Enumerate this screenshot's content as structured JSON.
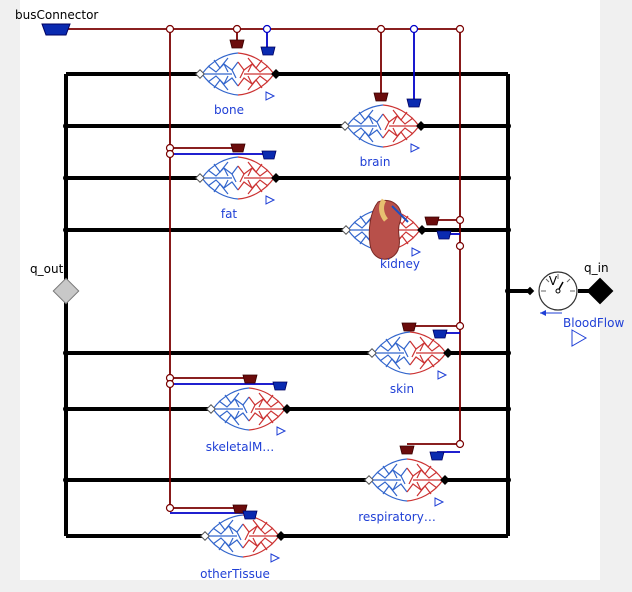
{
  "bus": {
    "label": "busConnector"
  },
  "ports": {
    "q_out": "q_out",
    "q_in": "q_in"
  },
  "tissues": [
    {
      "id": "bone",
      "label": "bone"
    },
    {
      "id": "brain",
      "label": "brain"
    },
    {
      "id": "fat",
      "label": "fat"
    },
    {
      "id": "kidney",
      "label": "kidney"
    },
    {
      "id": "skin",
      "label": "skin"
    },
    {
      "id": "skeletal",
      "label": "skeletalM…"
    },
    {
      "id": "respiratory",
      "label": "respiratory…"
    },
    {
      "id": "other",
      "label": "otherTissue"
    }
  ],
  "sensor": {
    "label": "BloodFlow",
    "symbol": "V"
  },
  "colors": {
    "wire_red": "#7a0000",
    "wire_blue": "#0000c8",
    "bus_fill": "#0a2ab0",
    "red_connector": "#6b0c0c",
    "vessel_red": "#cc3333",
    "vessel_blue": "#3366cc",
    "kidney": "#b8504a"
  }
}
